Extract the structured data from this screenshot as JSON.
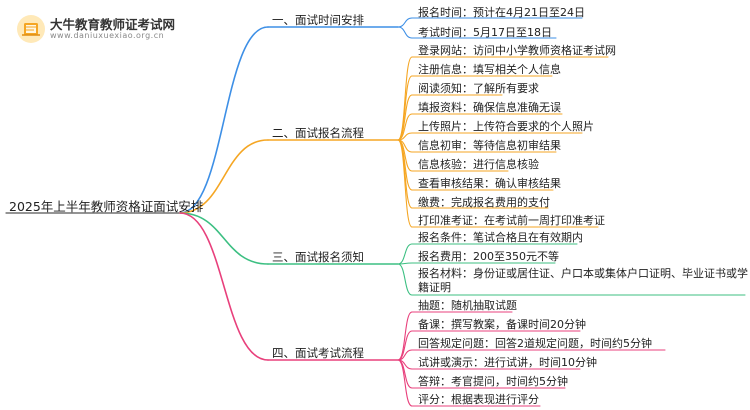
{
  "brand": {
    "name": "大牛教育教师证考试网",
    "url": "www.daniuxuexiao.org.cn"
  },
  "root": "2025年上半年教师资格证面试安排",
  "colors": {
    "b1": "#3d8fe6",
    "b2": "#f5a623",
    "b3": "#3cbf82",
    "b4": "#e8407c"
  },
  "branches": [
    {
      "label": "一、面试时间安排",
      "items": [
        "报名时间：预计在4月21日至24日",
        "考试时间：5月17日至18日"
      ]
    },
    {
      "label": "二、面试报名流程",
      "items": [
        "登录网站：访问中小学教师资格证考试网",
        "注册信息：填写相关个人信息",
        "阅读须知：了解所有要求",
        "填报资料：确保信息准确无误",
        "上传照片：上传符合要求的个人照片",
        "信息初审：等待信息初审结果",
        "信息核验：进行信息核验",
        "查看审核结果：确认审核结果",
        "缴费：完成报名费用的支付",
        "打印准考证：在考试前一周打印准考证"
      ]
    },
    {
      "label": "三、面试报名须知",
      "items": [
        "报名条件：笔试合格且在有效期内",
        "报名费用：200至350元不等",
        "报名材料：身份证或居住证、户口本或集体户口证明、毕业证书或学籍证明"
      ]
    },
    {
      "label": "四、面试考试流程",
      "items": [
        "抽题：随机抽取试题",
        "备课：撰写教案，备课时间20分钟",
        "回答规定问题：回答2道规定问题，时间约5分钟",
        "试讲或演示：进行试讲，时间10分钟",
        "答辩：考官提问，时间约5分钟",
        "评分：根据表现进行评分"
      ]
    }
  ]
}
